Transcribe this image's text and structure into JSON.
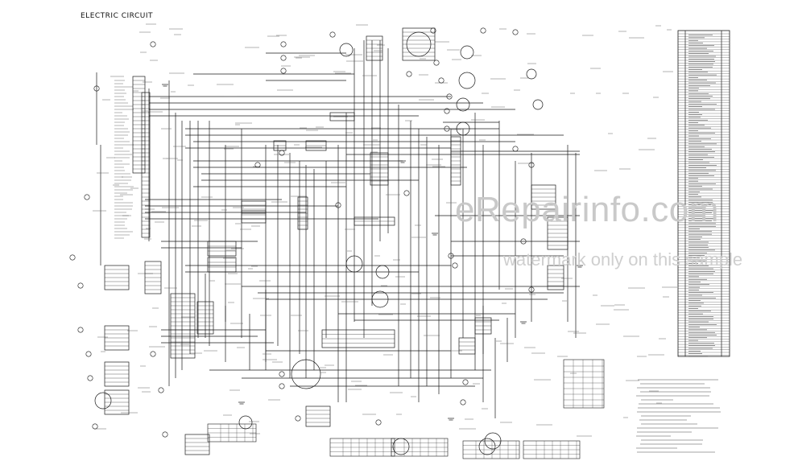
{
  "title": "ELECTRIC CIRCUIT",
  "watermark": {
    "primary": "eRepairinfo.com",
    "secondary": "watermark only on this sample"
  },
  "colors": {
    "line": "#1a1a1a",
    "watermark": "#c9c9c9"
  }
}
